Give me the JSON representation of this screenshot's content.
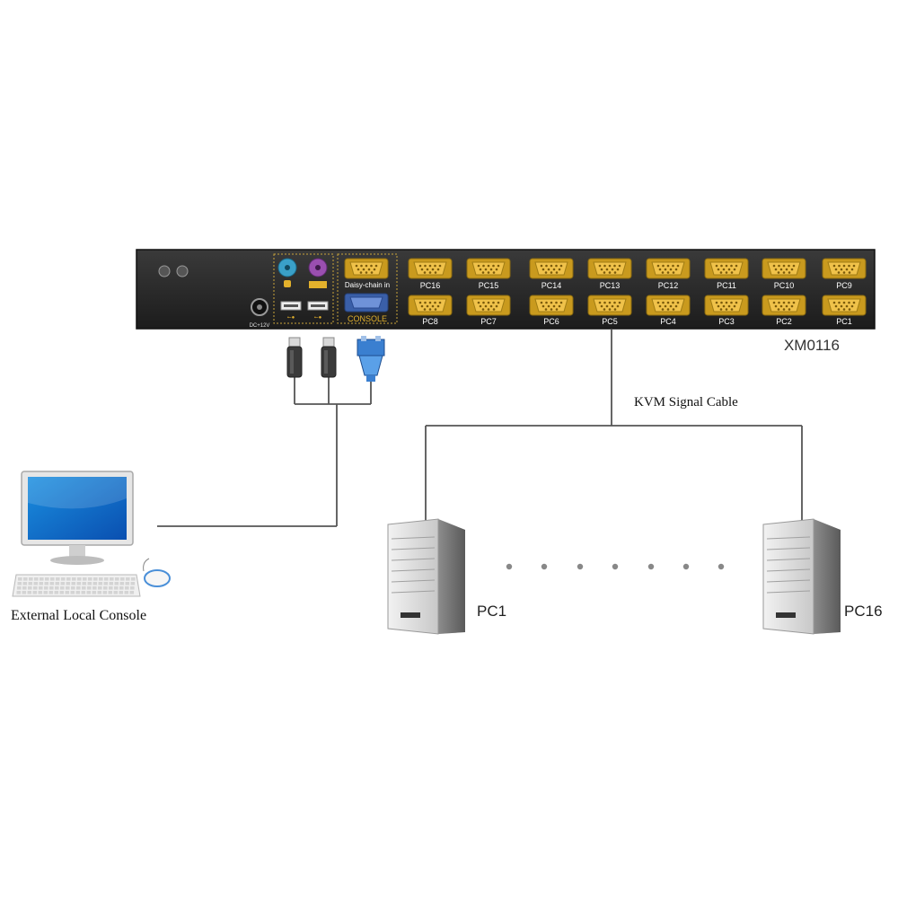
{
  "device": {
    "model": "XM0116",
    "power_label": "DC+12V",
    "daisy_chain_label": "Daisy-chain in",
    "console_label": "CONSOLE",
    "ports_top": [
      "PC16",
      "PC15",
      "PC14",
      "PC13",
      "PC12",
      "PC11",
      "PC10",
      "PC9"
    ],
    "ports_bottom": [
      "PC8",
      "PC7",
      "PC6",
      "PC5",
      "PC4",
      "PC3",
      "PC2",
      "PC1"
    ]
  },
  "labels": {
    "cable": "KVM Signal Cable",
    "console": "External Local Console",
    "pc_first": "PC1",
    "pc_last": "PC16"
  },
  "colors": {
    "panel": "#2b2b2b",
    "vga_port": "#e3b12c",
    "vga_console": "#5b7fc4",
    "ps2_keyboard": "#9a4fb0",
    "ps2_mouse": "#3aa0c8",
    "wire": "#555555"
  }
}
